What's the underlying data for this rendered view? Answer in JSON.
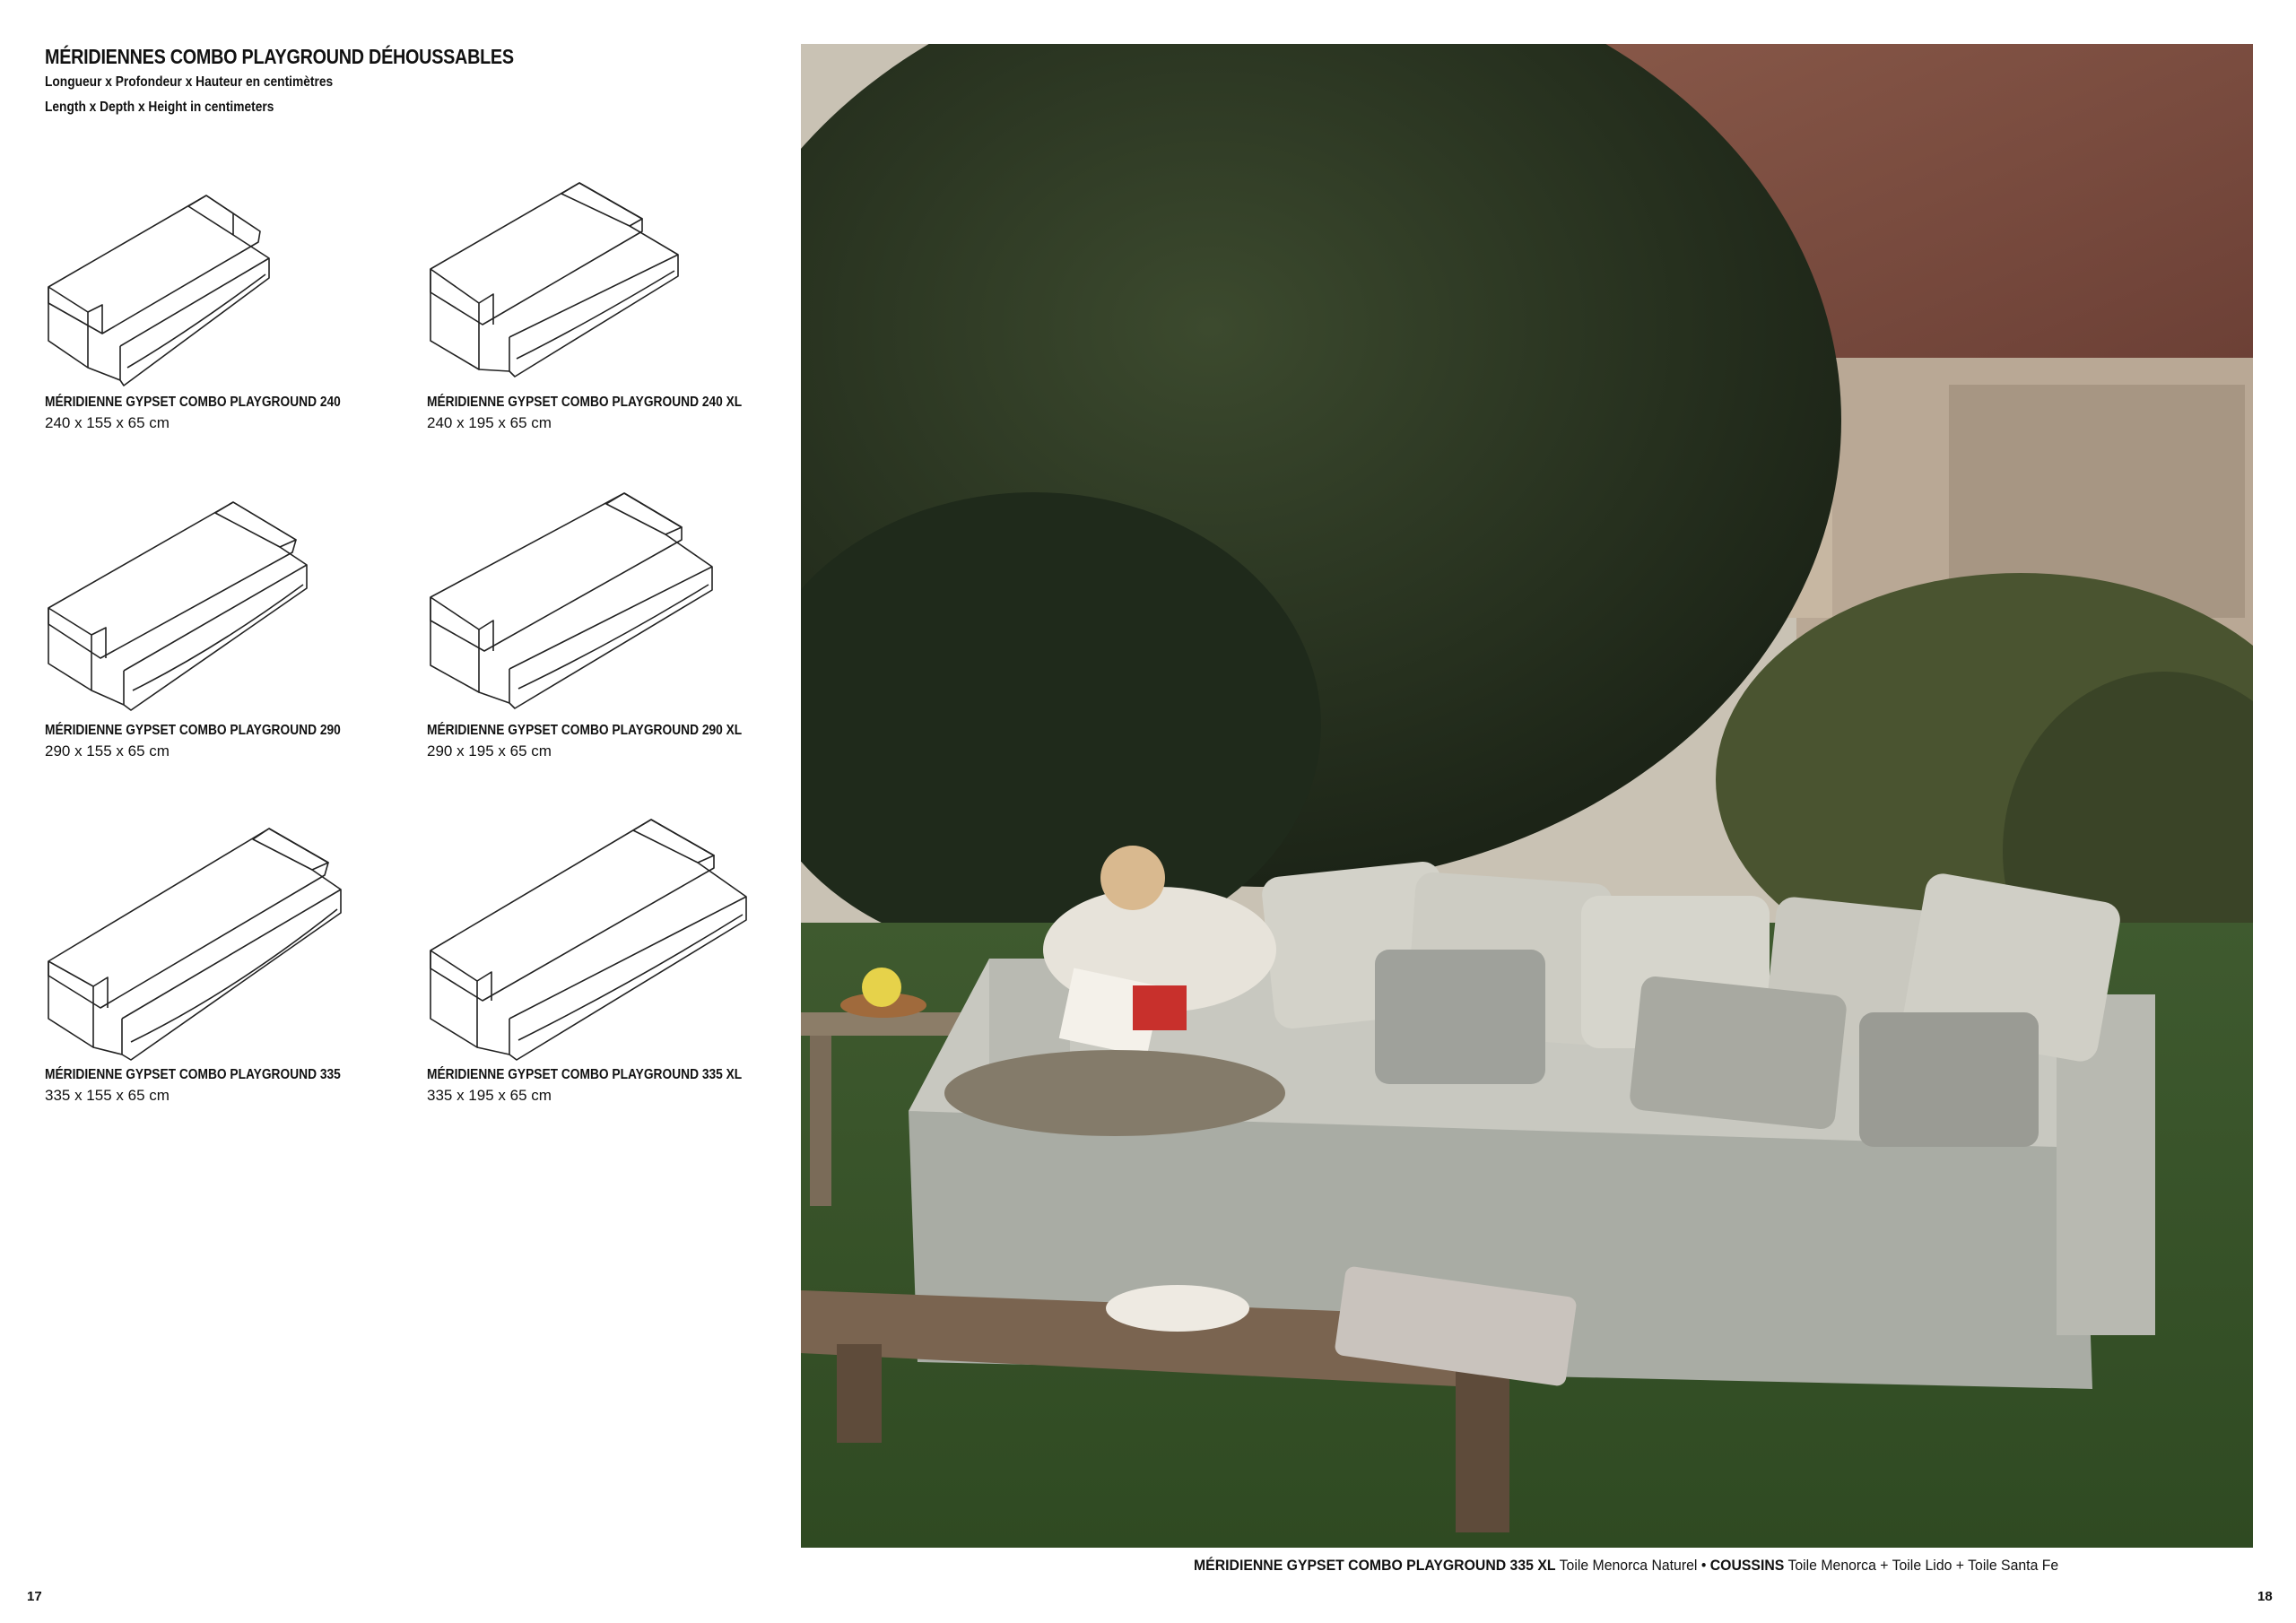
{
  "header": {
    "title": "MÉRIDIENNES COMBO PLAYGROUND DÉHOUSSABLES",
    "dimensions_fr": "Longueur x Profondeur x Hauteur en centimètres",
    "dimensions_en": "Length x Depth x Height in centimeters"
  },
  "products": [
    {
      "name": "MÉRIDIENNE GYPSET COMBO PLAYGROUND 240",
      "dims": "240 x 155 x 65 cm"
    },
    {
      "name": "MÉRIDIENNE GYPSET COMBO PLAYGROUND 240 XL",
      "dims": "240 x 195 x 65 cm"
    },
    {
      "name": "MÉRIDIENNE GYPSET COMBO PLAYGROUND 290",
      "dims": "290 x 155 x 65 cm"
    },
    {
      "name": "MÉRIDIENNE GYPSET COMBO PLAYGROUND 290 XL",
      "dims": "290 x 195 x 65 cm"
    },
    {
      "name": "MÉRIDIENNE GYPSET COMBO PLAYGROUND 335",
      "dims": "335 x 155 x 65 cm"
    },
    {
      "name": "MÉRIDIENNE GYPSET COMBO PLAYGROUND 335 XL",
      "dims": "335 x 195 x 65 cm"
    }
  ],
  "caption": {
    "product": "MÉRIDIENNE GYPSET COMBO PLAYGROUND 335 XL",
    "fabric": "Toile Menorca Naturel",
    "bullet": "•",
    "cushions_label": "COUSSINS",
    "cushions_fabric": "Toile Menorca + Toile Lido + Toile Santa Fe"
  },
  "page_numbers": {
    "left": "17",
    "right": "18"
  },
  "colors": {
    "text": "#111111",
    "line": "#222222",
    "background": "#ffffff"
  }
}
